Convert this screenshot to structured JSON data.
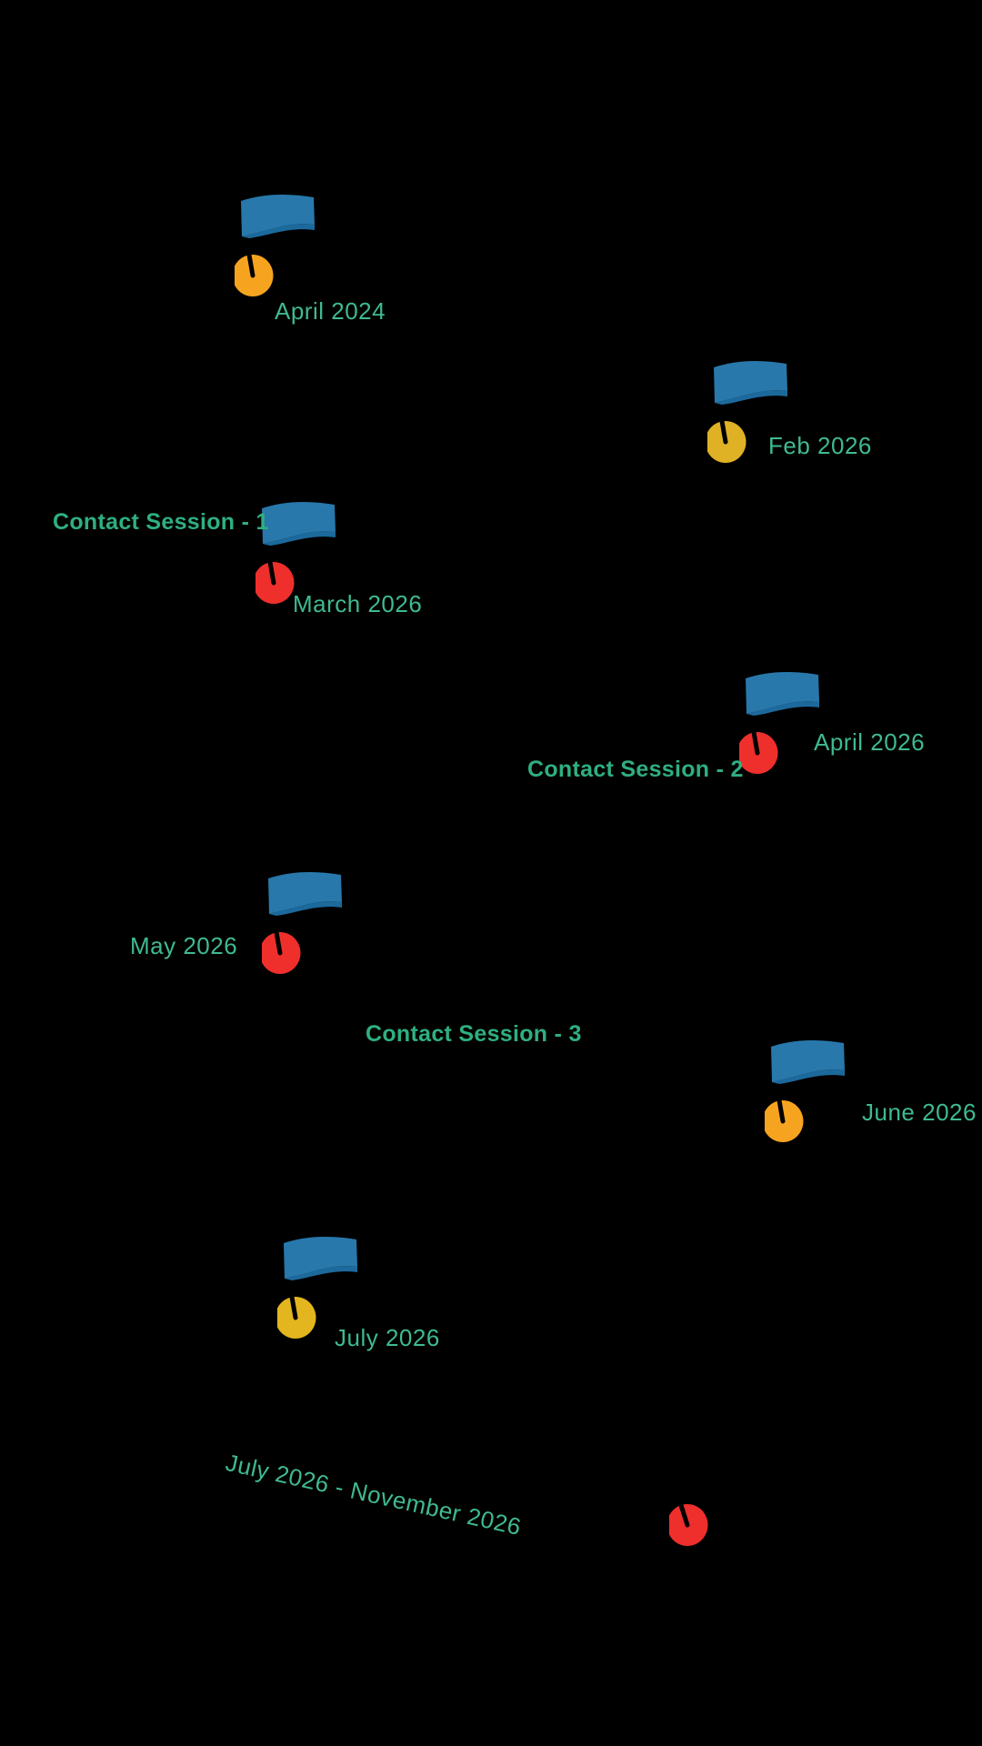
{
  "colors": {
    "background": "#000000",
    "flag": "#2878AB",
    "flag_shade": "#1C699C",
    "pole": "#000000",
    "date_text": "#3FBA8F",
    "session_text": "#2FAF80",
    "pin_orange": "#F6A41F",
    "pin_gold": "#DFB125",
    "pin_red": "#EE2F2C"
  },
  "milestones": [
    {
      "id": "april-2024",
      "label": "April 2024",
      "pin_color": "#F6A41F",
      "has_flag": true
    },
    {
      "id": "feb-2026",
      "label": "Feb 2026",
      "pin_color": "#DFB125",
      "has_flag": true
    },
    {
      "id": "march-2026",
      "label": "March 2026",
      "pin_color": "#EE2F2C",
      "has_flag": true
    },
    {
      "id": "april-2026",
      "label": "April 2026",
      "pin_color": "#EE2F2C",
      "has_flag": true
    },
    {
      "id": "may-2026",
      "label": "May 2026",
      "pin_color": "#EE2F2C",
      "has_flag": true
    },
    {
      "id": "june-2026",
      "label": "June 2026",
      "pin_color": "#F6A41F",
      "has_flag": true
    },
    {
      "id": "july-2026",
      "label": "July 2026",
      "pin_color": "#E3B51F",
      "has_flag": true
    },
    {
      "id": "end-point",
      "label": "",
      "pin_color": "#EE2F2C",
      "has_flag": false
    }
  ],
  "sessions": [
    {
      "label": "Contact Session - 1"
    },
    {
      "label": "Contact Session - 2"
    },
    {
      "label": "Contact Session - 3"
    }
  ],
  "range_label": {
    "text": "July 2026 - November 2026"
  }
}
